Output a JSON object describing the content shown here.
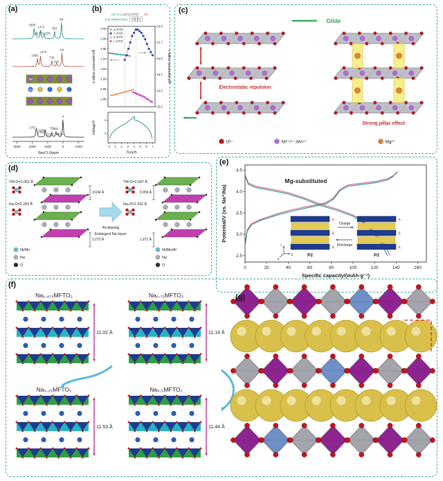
{
  "figure": {
    "background": "#ffffff",
    "border_color": "#3aa79b"
  },
  "panel_labels": {
    "a": "(a)",
    "b": "(b)",
    "c": "(c)",
    "d": "(d)",
    "e": "(e)",
    "f": "(f)",
    "g": "(g)"
  },
  "chart_data": [
    {
      "id": "a-nmr",
      "type": "line",
      "xlabel": "δiso(⁷Li)/ppm",
      "x_ticks": [
        3000,
        2000,
        1000,
        0,
        -1000
      ],
      "x_range": [
        3300,
        -1400
      ],
      "traces": [
        {
          "color": "#1e8c80",
          "peaks": [
            {
              "ppm": 1888,
              "h": 16,
              "label": "1888",
              "dx": -3
            },
            {
              "ppm": 1751,
              "h": 9,
              "label": "1751",
              "dx": 6,
              "dy": 5
            },
            {
              "ppm": 1472,
              "h": 13,
              "label": "1472",
              "dx": 1
            },
            {
              "ppm": 1229,
              "h": 7,
              "label": "1229",
              "dx": 4,
              "dy": 3
            },
            {
              "ppm": 553,
              "h": 11,
              "label": "553"
            },
            {
              "ppm": 99,
              "h": 24,
              "label": "99"
            }
          ]
        },
        {
          "color": "#a84b32",
          "peaks": [
            {
              "ppm": 1668,
              "h": 12,
              "label": "1668",
              "dx": -4
            },
            {
              "ppm": 1470,
              "h": 15,
              "label": "1470",
              "dx": 4,
              "dy": -2
            },
            {
              "ppm": 729,
              "h": 9,
              "label": "729"
            },
            {
              "ppm": 422,
              "h": 5,
              "label": "422",
              "dy": 2
            },
            {
              "ppm": 68,
              "h": 20,
              "label": "68"
            }
          ]
        },
        {
          "color": "#222222",
          "peaks": [
            {
              "ppm": 1757,
              "h": 10,
              "label": "1757",
              "dx": -5
            },
            {
              "ppm": 1704,
              "h": 8,
              "label": "1704",
              "dx": 6,
              "dy": 5
            },
            {
              "ppm": 1159,
              "h": 6,
              "label": "1159",
              "dx": -5
            },
            {
              "ppm": 1150,
              "h": 5,
              "label": "1150",
              "dx": 6,
              "dy": 5
            },
            {
              "ppm": 728,
              "h": 7,
              "label": "728",
              "dy": -2
            },
            {
              "ppm": 465,
              "h": 8,
              "label": "465"
            },
            {
              "ppm": 341,
              "h": 5,
              "label": "341",
              "dx": 4,
              "dy": 4
            },
            {
              "ppm": 4,
              "h": 26,
              "label": "4"
            }
          ]
        }
      ],
      "inset": {
        "tm_label": "TM",
        "na_label": "Na"
      }
    },
    {
      "id": "b-lattice",
      "type": "line",
      "ylabel_left": "a lattice parameters/Å",
      "ylabel_right": "c lattice parameters/Å",
      "y_left_ticks": [
        "2.86",
        "2.88",
        "2.90",
        "2.92",
        "2.94",
        "2.96",
        "2.98",
        "3.00"
      ],
      "y_left_range": [
        2.845,
        3.005
      ],
      "y_right_ticks": [
        "15.8",
        "16.0",
        "16.1",
        "16.6",
        "16.7",
        "16.8"
      ],
      "x_range": [
        -0.2,
        7.4
      ],
      "region_dividers": [
        2.5,
        4.3
      ],
      "region_labels": [
        {
          "text": "O3+O'3",
          "x": 1.15,
          "row": 0,
          "color": "#1e8c80"
        },
        {
          "text": "(not shown here)",
          "x": 1.15,
          "row": 1,
          "color": "#1e8c80"
        },
        {
          "text": "O3+O'3+P3",
          "x": 3.4,
          "row": 0,
          "color": "#333333"
        },
        {
          "text": "O'3",
          "x": 3.95,
          "row": 1,
          "color": "#333333",
          "boxed": true
        },
        {
          "text": "P3",
          "x": 4.75,
          "row": 1,
          "color": "#333333",
          "boxed": true
        },
        {
          "text": "P3",
          "x": 5.9,
          "row": 0,
          "color": "#c0392b"
        }
      ],
      "legend": [
        {
          "label": "a of O3",
          "color": "#1e8c80",
          "marker": "circle"
        },
        {
          "label": "c of O3",
          "color": "#2b3f9e",
          "marker": "square"
        },
        {
          "label": "a of P3",
          "color": "#e07b2f",
          "marker": "circle"
        },
        {
          "label": "c of P3",
          "color": "#c94fc9",
          "marker": "diamond"
        }
      ],
      "series": [
        {
          "name": "a of O3",
          "axis": "left",
          "color": "#1e8c80",
          "marker": "circle",
          "x": [
            0,
            0.3,
            0.6,
            0.9,
            1.2,
            1.5,
            1.8,
            2.1,
            2.4,
            2.7,
            3.0,
            3.3
          ],
          "y": [
            2.952,
            2.951,
            2.951,
            2.95,
            2.95,
            2.949,
            2.949,
            2.948,
            2.948,
            2.947,
            2.947,
            2.946
          ]
        },
        {
          "name": "c of O3",
          "axis": "right",
          "color": "#2b3f9e",
          "marker": "square",
          "x": [
            2.5,
            2.8,
            3.1,
            3.4,
            3.7,
            4.0,
            4.3,
            4.6,
            4.9,
            5.2,
            5.5,
            5.8,
            6.1,
            6.4,
            6.7,
            7.0
          ],
          "y": [
            16.56,
            16.62,
            16.66,
            16.7,
            16.74,
            16.76,
            16.78,
            16.78,
            16.77,
            16.76,
            16.74,
            16.72,
            16.69,
            16.66,
            16.64,
            16.62
          ]
        },
        {
          "name": "a of P3",
          "axis": "left",
          "color": "#e07b2f",
          "marker": "circle",
          "x": [
            0.3,
            0.6,
            0.9,
            1.2,
            1.5,
            1.8,
            2.1,
            2.4,
            2.7,
            3.0,
            3.3,
            3.6,
            3.9
          ],
          "y": [
            2.868,
            2.868,
            2.869,
            2.87,
            2.871,
            2.872,
            2.873,
            2.874,
            2.875,
            2.876,
            2.877,
            2.878,
            2.879
          ]
        },
        {
          "name": "c of P3",
          "axis": "right",
          "color": "#c94fc9",
          "marker": "diamond",
          "x": [
            3.9,
            4.2,
            4.5,
            4.8,
            5.1,
            5.4,
            5.7,
            6.0,
            6.3,
            6.6,
            6.9
          ],
          "y": [
            15.98,
            15.97,
            15.96,
            15.95,
            15.94,
            15.93,
            15.92,
            15.9,
            15.89,
            15.87,
            15.86
          ]
        }
      ]
    },
    {
      "id": "b-voltage",
      "type": "line",
      "ylabel": "Voltage/V",
      "xlabel": "Time/h",
      "x_ticks": [
        0,
        1,
        2,
        3,
        4,
        5,
        6,
        7
      ],
      "x_range": [
        -0.2,
        7.4
      ],
      "y_ticks": [
        "3",
        "4"
      ],
      "y_range": [
        2.3,
        4.6
      ],
      "series": [
        {
          "color": "#1e8c80",
          "points": [
            [
              0,
              2.62
            ],
            [
              0.4,
              3.0
            ],
            [
              0.9,
              3.25
            ],
            [
              1.5,
              3.45
            ],
            [
              2.1,
              3.6
            ],
            [
              2.7,
              3.78
            ],
            [
              3.2,
              3.95
            ],
            [
              3.6,
              4.1
            ],
            [
              3.9,
              4.22
            ],
            [
              4.05,
              4.28
            ],
            [
              4.15,
              4.02
            ],
            [
              4.5,
              3.97
            ],
            [
              5.0,
              3.85
            ],
            [
              5.5,
              3.7
            ],
            [
              6.0,
              3.5
            ],
            [
              6.4,
              3.3
            ],
            [
              6.7,
              3.05
            ],
            [
              6.95,
              2.6
            ]
          ]
        }
      ]
    },
    {
      "id": "e-gcd",
      "type": "line",
      "annotation": "Mg-substituted",
      "xlabel": "Specific capacity/(mAh·g⁻¹)",
      "ylabel": "Potential/V (vs. Na⁺/Na)",
      "x_ticks": [
        0,
        20,
        40,
        60,
        80,
        100,
        120,
        140,
        160
      ],
      "x_range": [
        0,
        168
      ],
      "y_ticks": [
        "2.5",
        "3.0",
        "3.5",
        "4.0",
        "4.5"
      ],
      "y_range": [
        2.35,
        4.62
      ],
      "series": [
        {
          "name": "charge cycle 1",
          "color": "#c2608e",
          "points": [
            [
              0,
              2.75
            ],
            [
              2,
              3.1
            ],
            [
              6,
              3.25
            ],
            [
              15,
              3.35
            ],
            [
              30,
              3.48
            ],
            [
              45,
              3.58
            ],
            [
              60,
              3.66
            ],
            [
              75,
              3.74
            ],
            [
              82,
              3.85
            ],
            [
              88,
              4.05
            ],
            [
              95,
              4.15
            ],
            [
              110,
              4.2
            ],
            [
              122,
              4.24
            ],
            [
              132,
              4.3
            ],
            [
              138,
              4.38
            ],
            [
              142,
              4.47
            ]
          ]
        },
        {
          "name": "charge cycle 2",
          "color": "#2a8f85",
          "points": [
            [
              0,
              2.72
            ],
            [
              2,
              3.07
            ],
            [
              6,
              3.22
            ],
            [
              15,
              3.33
            ],
            [
              30,
              3.45
            ],
            [
              45,
              3.55
            ],
            [
              60,
              3.63
            ],
            [
              75,
              3.71
            ],
            [
              82,
              3.82
            ],
            [
              88,
              4.02
            ],
            [
              95,
              4.12
            ],
            [
              110,
              4.17
            ],
            [
              122,
              4.21
            ],
            [
              132,
              4.27
            ],
            [
              137,
              4.35
            ],
            [
              140,
              4.44
            ]
          ]
        },
        {
          "name": "discharge cycle 1",
          "color": "#c2608e",
          "points": [
            [
              0,
              4.4
            ],
            [
              3,
              4.2
            ],
            [
              10,
              4.12
            ],
            [
              25,
              4.05
            ],
            [
              40,
              3.97
            ],
            [
              55,
              3.85
            ],
            [
              70,
              3.7
            ],
            [
              85,
              3.59
            ],
            [
              100,
              3.45
            ],
            [
              110,
              3.3
            ],
            [
              118,
              3.1
            ],
            [
              126,
              2.88
            ],
            [
              131,
              2.68
            ],
            [
              134,
              2.5
            ]
          ]
        },
        {
          "name": "discharge cycle 2",
          "color": "#2a8f85",
          "points": [
            [
              0,
              4.37
            ],
            [
              3,
              4.17
            ],
            [
              10,
              4.09
            ],
            [
              25,
              4.02
            ],
            [
              40,
              3.94
            ],
            [
              55,
              3.82
            ],
            [
              70,
              3.67
            ],
            [
              85,
              3.56
            ],
            [
              100,
              3.42
            ],
            [
              110,
              3.27
            ],
            [
              118,
              3.06
            ],
            [
              125,
              2.84
            ],
            [
              129,
              2.64
            ],
            [
              132,
              2.5
            ]
          ]
        }
      ],
      "inset": {
        "p2_label": "P2",
        "charge_label": "Charge",
        "discharge_label": "Discharge",
        "stack_letters": [
          "A",
          "B",
          "A"
        ],
        "axis_letters": [
          "c",
          "a",
          "b"
        ]
      }
    }
  ],
  "panels": {
    "c": {
      "glide_label": "Glide",
      "repulsion_label": "Electrostatic repulsion",
      "pillar_label": "Strong pillar effect",
      "legend": [
        {
          "label": "O²⁻",
          "color": "#c0161d"
        },
        {
          "label": "Ni²⁺/⁴⁺,Mn⁴⁺",
          "color": "#b06fd8"
        },
        {
          "label": "Mg²⁺",
          "color": "#e0852f"
        }
      ]
    },
    "d": {
      "left": {
        "tm_o": "TM-O=2.052 Å",
        "na_o": "Na-O=2.283 Å",
        "d1": "3.034 Å",
        "d2": "2.273 Å",
        "legend": [
          {
            "label": "Ni/Mn",
            "color": "#62c4d8"
          },
          {
            "label": "Na",
            "color": "#aab0b8"
          },
          {
            "label": "O",
            "color": "#2b2b2b"
          }
        ]
      },
      "arrow_line1": "Al-doping",
      "arrow_line2": "Enlarged Na layer",
      "right": {
        "tm_o": "TM-O=2.047 Å",
        "na_o": "Na-O=2.292 Å",
        "d1": "3.059 Å",
        "d2": "1.971 Å",
        "legend": [
          {
            "label": "Ni/Mn/Al",
            "color": "#62c4d8"
          },
          {
            "label": "Na",
            "color": "#aab0b8"
          },
          {
            "label": "O",
            "color": "#2b2b2b"
          }
        ]
      }
    },
    "f": {
      "structures": [
        {
          "formula": "Na₀.₈₇₅MFTO₂",
          "spacing": "11.02 Å"
        },
        {
          "formula": "Na₀.₇₅MFTO₂",
          "spacing": "11.14 Å"
        },
        {
          "formula": "Na₀.₂₅MFTO₂",
          "spacing": "11.53 Å"
        },
        {
          "formula": "Na₀.₅MFTO₂",
          "spacing": "11.44 Å"
        }
      ]
    },
    "g": {
      "colors": {
        "purple": "#8e2490",
        "gray": "#a4a4ad",
        "blue": "#6f8fc8",
        "red": "#c0161d",
        "yellow": "#d8c04a"
      }
    }
  }
}
